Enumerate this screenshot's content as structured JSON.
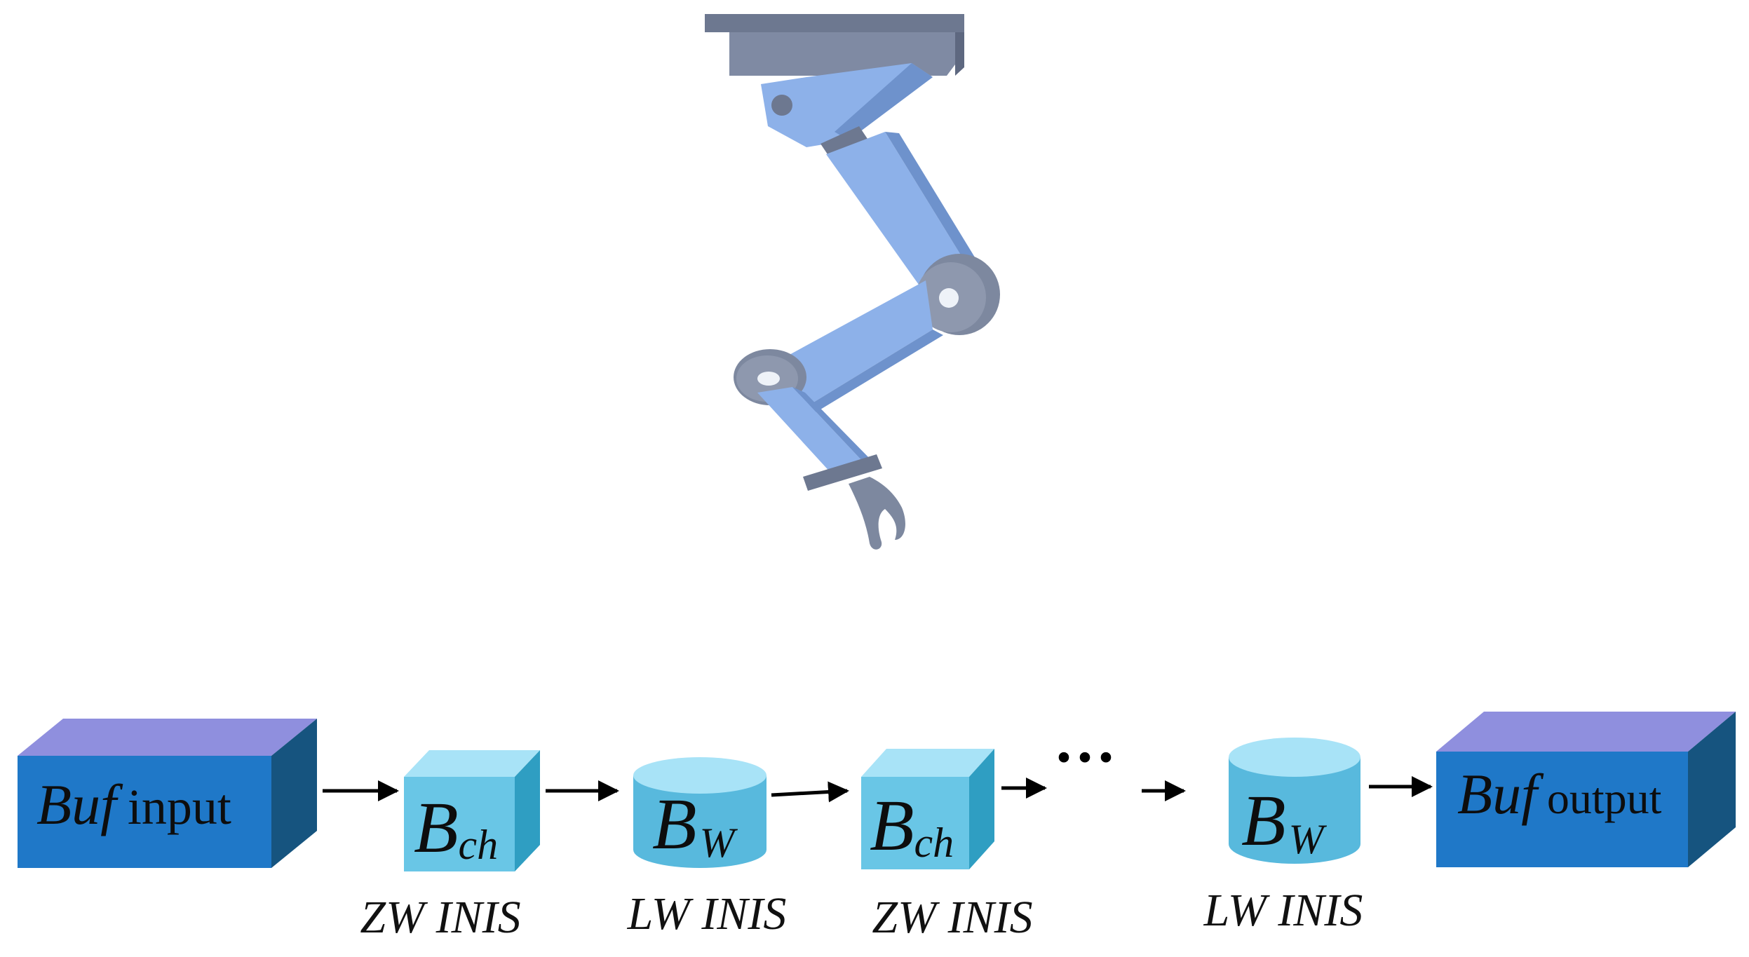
{
  "colors": {
    "arm_light": "#8db1e9",
    "arm_dark": "#76819c",
    "arm_joint": "#7d889f",
    "base_plate": "#6d7890",
    "buf_front": "#1f78c8",
    "buf_top": "#8f8fde",
    "buf_side": "#16547f",
    "block_front": "#69c6e6",
    "block_top": "#a8e3f7",
    "block_side": "#2f9ec2",
    "arrow": "#000000"
  },
  "pipeline": {
    "input": {
      "word": "Buf",
      "suffix": "input"
    },
    "blocks": [
      {
        "shape": "cube",
        "letter": "B",
        "subscript": "ch",
        "caption": "ZW INIS"
      },
      {
        "shape": "cylinder",
        "letter": "B",
        "subscript": "W",
        "caption": "LW INIS"
      },
      {
        "shape": "cube",
        "letter": "B",
        "subscript": "ch",
        "caption": "ZW INIS"
      },
      {
        "shape": "cylinder",
        "letter": "B",
        "subscript": "W",
        "caption": "LW INIS"
      }
    ],
    "ellipsis": "···",
    "output": {
      "word": "Buf",
      "suffix": "output"
    }
  },
  "icons": [
    "robot-arm-icon"
  ]
}
